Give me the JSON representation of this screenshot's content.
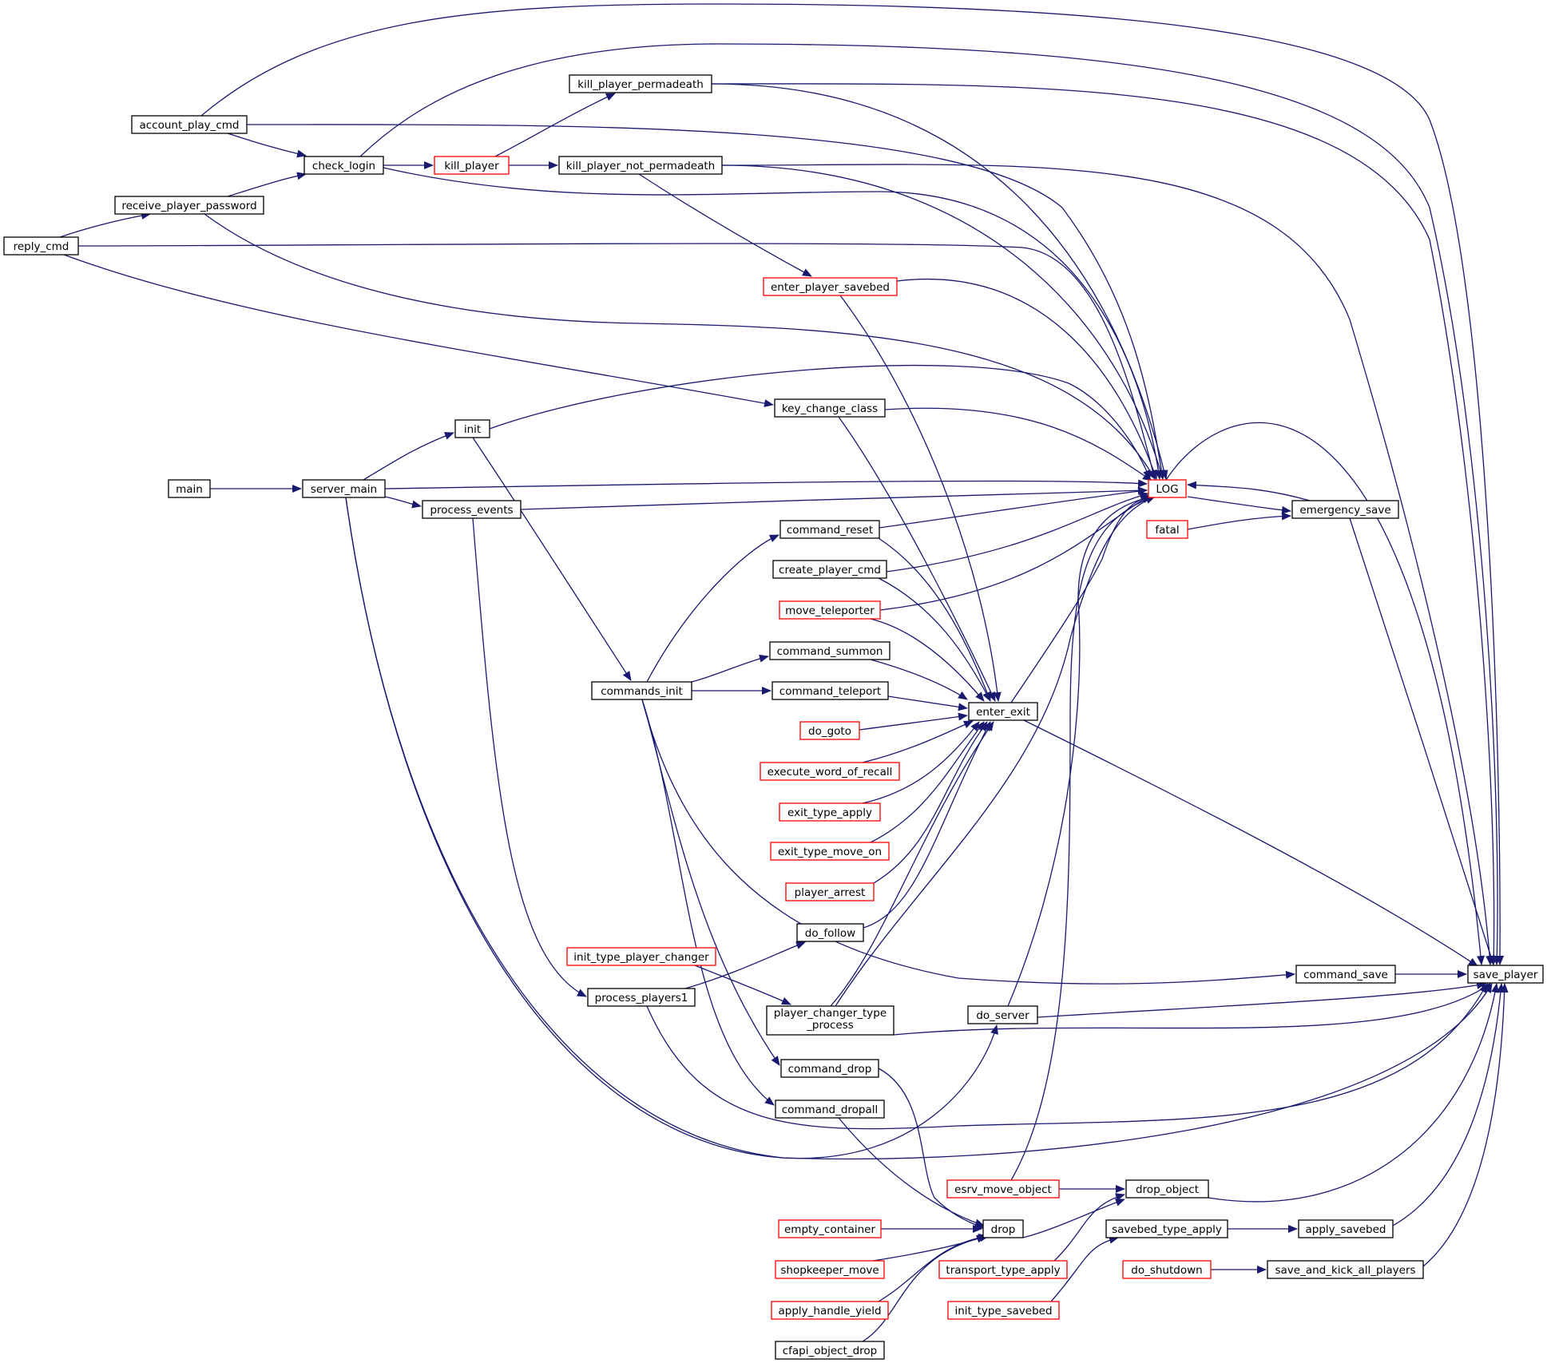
{
  "graph": {
    "title": "",
    "colors": {
      "edge": "#191970",
      "node_border_normal": "#000000",
      "node_border_truncated": "#ff0000",
      "node_fill_focus": "#bfbfbf",
      "node_fill": "#ffffff"
    },
    "nodes": {
      "save_player": {
        "label": "save_player",
        "style": "focus"
      },
      "log": {
        "label": "LOG",
        "style": "truncated"
      },
      "fatal": {
        "label": "fatal",
        "style": "truncated"
      },
      "emergency_save": {
        "label": "emergency_save",
        "style": "normal"
      },
      "command_save": {
        "label": "command_save",
        "style": "normal"
      },
      "apply_savebed": {
        "label": "apply_savebed",
        "style": "normal"
      },
      "save_and_kick_all_players": {
        "label": "save_and_kick_all_players",
        "style": "normal"
      },
      "drop_object": {
        "label": "drop_object",
        "style": "normal"
      },
      "savebed_type_apply": {
        "label": "savebed_type_apply",
        "style": "normal"
      },
      "do_shutdown": {
        "label": "do_shutdown",
        "style": "truncated"
      },
      "esrv_move_object": {
        "label": "esrv_move_object",
        "style": "truncated"
      },
      "transport_type_apply": {
        "label": "transport_type_apply",
        "style": "truncated"
      },
      "init_type_savebed": {
        "label": "init_type_savebed",
        "style": "truncated"
      },
      "drop": {
        "label": "drop",
        "style": "normal"
      },
      "empty_container": {
        "label": "empty_container",
        "style": "truncated"
      },
      "shopkeeper_move": {
        "label": "shopkeeper_move",
        "style": "truncated"
      },
      "apply_handle_yield": {
        "label": "apply_handle_yield",
        "style": "truncated"
      },
      "cfapi_object_drop": {
        "label": "cfapi_object_drop",
        "style": "normal"
      },
      "command_drop": {
        "label": "command_drop",
        "style": "normal"
      },
      "command_dropall": {
        "label": "command_dropall",
        "style": "normal"
      },
      "enter_exit": {
        "label": "enter_exit",
        "style": "normal"
      },
      "do_server": {
        "label": "do_server",
        "style": "normal"
      },
      "player_changer_type_process": {
        "label": "player_changer_type\n_process",
        "style": "normal"
      },
      "init_type_player_changer": {
        "label": "init_type_player_changer",
        "style": "truncated"
      },
      "process_players1": {
        "label": "process_players1",
        "style": "normal"
      },
      "do_follow": {
        "label": "do_follow",
        "style": "normal"
      },
      "player_arrest": {
        "label": "player_arrest",
        "style": "truncated"
      },
      "exit_type_move_on": {
        "label": "exit_type_move_on",
        "style": "truncated"
      },
      "exit_type_apply": {
        "label": "exit_type_apply",
        "style": "truncated"
      },
      "execute_word_of_recall": {
        "label": "execute_word_of_recall",
        "style": "truncated"
      },
      "do_goto": {
        "label": "do_goto",
        "style": "truncated"
      },
      "command_teleport": {
        "label": "command_teleport",
        "style": "normal"
      },
      "command_summon": {
        "label": "command_summon",
        "style": "normal"
      },
      "move_teleporter": {
        "label": "move_teleporter",
        "style": "truncated"
      },
      "create_player_cmd": {
        "label": "create_player_cmd",
        "style": "normal"
      },
      "command_reset": {
        "label": "command_reset",
        "style": "normal"
      },
      "commands_init": {
        "label": "commands_init",
        "style": "normal"
      },
      "key_change_class": {
        "label": "key_change_class",
        "style": "normal"
      },
      "enter_player_savebed": {
        "label": "enter_player_savebed",
        "style": "truncated"
      },
      "kill_player_not_permadeath": {
        "label": "kill_player_not_permadeath",
        "style": "normal"
      },
      "kill_player_permadeath": {
        "label": "kill_player_permadeath",
        "style": "normal"
      },
      "kill_player": {
        "label": "kill_player",
        "style": "truncated"
      },
      "check_login": {
        "label": "check_login",
        "style": "normal"
      },
      "account_play_cmd": {
        "label": "account_play_cmd",
        "style": "normal"
      },
      "receive_player_password": {
        "label": "receive_player_password",
        "style": "normal"
      },
      "reply_cmd": {
        "label": "reply_cmd",
        "style": "normal"
      },
      "init": {
        "label": "init",
        "style": "normal"
      },
      "server_main": {
        "label": "server_main",
        "style": "normal"
      },
      "main": {
        "label": "main",
        "style": "normal"
      },
      "process_events": {
        "label": "process_events",
        "style": "normal"
      }
    },
    "edges": [
      [
        "log",
        "save_player"
      ],
      [
        "emergency_save",
        "save_player"
      ],
      [
        "command_save",
        "save_player"
      ],
      [
        "apply_savebed",
        "save_player"
      ],
      [
        "save_and_kick_all_players",
        "save_player"
      ],
      [
        "drop_object",
        "save_player"
      ],
      [
        "enter_exit",
        "save_player"
      ],
      [
        "do_server",
        "save_player"
      ],
      [
        "player_changer_type_process",
        "save_player"
      ],
      [
        "process_players1",
        "save_player"
      ],
      [
        "server_main",
        "save_player"
      ],
      [
        "account_play_cmd",
        "save_player"
      ],
      [
        "check_login",
        "save_player"
      ],
      [
        "kill_player_permadeath",
        "save_player"
      ],
      [
        "kill_player_not_permadeath",
        "save_player"
      ],
      [
        "emergency_save",
        "log"
      ],
      [
        "log",
        "emergency_save"
      ],
      [
        "fatal",
        "emergency_save"
      ],
      [
        "commands_init",
        "command_save"
      ],
      [
        "savebed_type_apply",
        "apply_savebed"
      ],
      [
        "do_shutdown",
        "save_and_kick_all_players"
      ],
      [
        "esrv_move_object",
        "drop_object"
      ],
      [
        "transport_type_apply",
        "drop_object"
      ],
      [
        "init_type_savebed",
        "savebed_type_apply"
      ],
      [
        "drop",
        "drop_object"
      ],
      [
        "empty_container",
        "drop"
      ],
      [
        "shopkeeper_move",
        "drop"
      ],
      [
        "apply_handle_yield",
        "drop"
      ],
      [
        "cfapi_object_drop",
        "drop"
      ],
      [
        "command_drop",
        "drop"
      ],
      [
        "command_dropall",
        "drop"
      ],
      [
        "commands_init",
        "command_drop"
      ],
      [
        "commands_init",
        "command_dropall"
      ],
      [
        "commands_init",
        "command_teleport"
      ],
      [
        "commands_init",
        "command_summon"
      ],
      [
        "commands_init",
        "command_reset"
      ],
      [
        "enter_exit",
        "log"
      ],
      [
        "do_server",
        "log"
      ],
      [
        "esrv_move_object",
        "log"
      ],
      [
        "player_changer_type_process",
        "log"
      ],
      [
        "command_reset",
        "log"
      ],
      [
        "create_player_cmd",
        "log"
      ],
      [
        "move_teleporter",
        "log"
      ],
      [
        "key_change_class",
        "log"
      ],
      [
        "enter_player_savebed",
        "log"
      ],
      [
        "kill_player_not_permadeath",
        "log"
      ],
      [
        "kill_player_permadeath",
        "log"
      ],
      [
        "check_login",
        "log"
      ],
      [
        "account_play_cmd",
        "log"
      ],
      [
        "receive_player_password",
        "log"
      ],
      [
        "reply_cmd",
        "log"
      ],
      [
        "init",
        "log"
      ],
      [
        "server_main",
        "log"
      ],
      [
        "process_events",
        "log"
      ],
      [
        "command_reset",
        "enter_exit"
      ],
      [
        "create_player_cmd",
        "enter_exit"
      ],
      [
        "move_teleporter",
        "enter_exit"
      ],
      [
        "command_summon",
        "enter_exit"
      ],
      [
        "command_teleport",
        "enter_exit"
      ],
      [
        "do_goto",
        "enter_exit"
      ],
      [
        "execute_word_of_recall",
        "enter_exit"
      ],
      [
        "exit_type_apply",
        "enter_exit"
      ],
      [
        "exit_type_move_on",
        "enter_exit"
      ],
      [
        "player_arrest",
        "enter_exit"
      ],
      [
        "do_follow",
        "enter_exit"
      ],
      [
        "player_changer_type_process",
        "enter_exit"
      ],
      [
        "key_change_class",
        "enter_exit"
      ],
      [
        "enter_player_savebed",
        "enter_exit"
      ],
      [
        "process_players1",
        "do_follow"
      ],
      [
        "init_type_player_changer",
        "player_changer_type_process"
      ],
      [
        "server_main",
        "do_server"
      ],
      [
        "process_events",
        "process_players1"
      ],
      [
        "init",
        "commands_init"
      ],
      [
        "kill_player_not_permadeath",
        "enter_player_savebed"
      ],
      [
        "kill_player",
        "kill_player_not_permadeath"
      ],
      [
        "kill_player",
        "kill_player_permadeath"
      ],
      [
        "check_login",
        "kill_player"
      ],
      [
        "account_play_cmd",
        "check_login"
      ],
      [
        "receive_player_password",
        "check_login"
      ],
      [
        "reply_cmd",
        "receive_player_password"
      ],
      [
        "reply_cmd",
        "key_change_class"
      ],
      [
        "server_main",
        "init"
      ],
      [
        "main",
        "server_main"
      ],
      [
        "server_main",
        "process_events"
      ]
    ]
  }
}
